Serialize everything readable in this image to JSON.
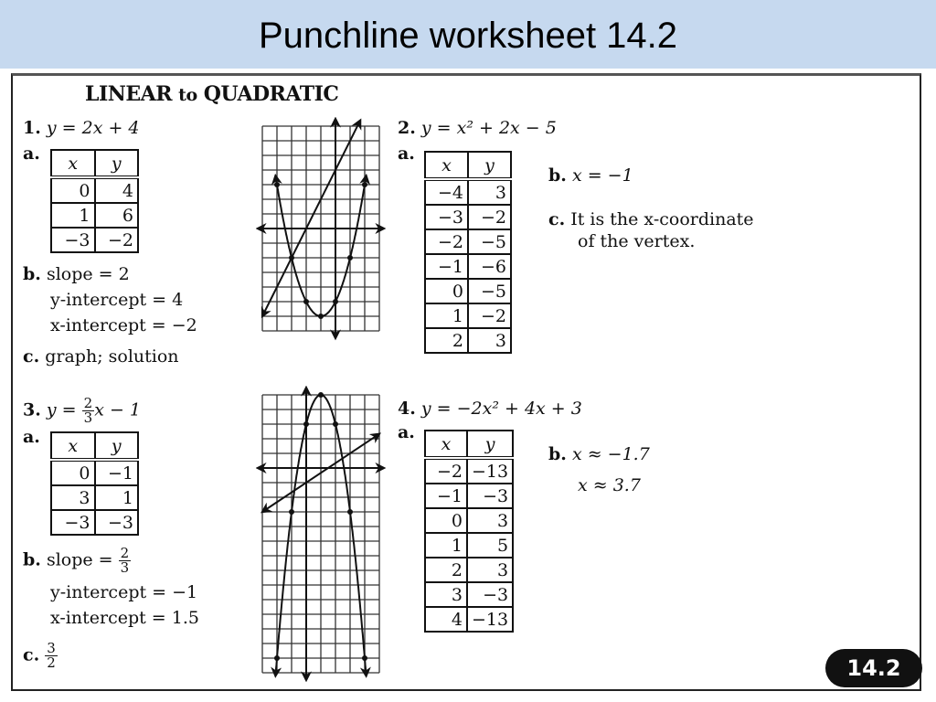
{
  "slide_title": "Punchline worksheet 14.2",
  "heading": {
    "big1": "LINEAR",
    "small": "to",
    "big2": "QUADRATIC"
  },
  "badge": "14.2",
  "p1": {
    "num": "1.",
    "eq": "y = 2x + 4",
    "a": "a.",
    "cols": [
      "x",
      "y"
    ],
    "rows": [
      [
        "0",
        "4"
      ],
      [
        "1",
        "6"
      ],
      [
        "−3",
        "−2"
      ]
    ],
    "b": "b.",
    "slope": "slope = 2",
    "yint": "y-intercept  = 4",
    "xint": "x-intercept  = −2",
    "c": "c.",
    "c_text": "graph; solution"
  },
  "p2": {
    "num": "2.",
    "eq": "y = x² + 2x − 5",
    "a": "a.",
    "cols": [
      "x",
      "y"
    ],
    "rows": [
      [
        "−4",
        "3"
      ],
      [
        "−3",
        "−2"
      ],
      [
        "−2",
        "−5"
      ],
      [
        "−1",
        "−6"
      ],
      [
        "0",
        "−5"
      ],
      [
        "1",
        "−2"
      ],
      [
        "2",
        "3"
      ]
    ],
    "b": "b.",
    "b_text": "x = −1",
    "c": "c.",
    "c_line1": "It is the x-coordinate",
    "c_line2": "of the vertex."
  },
  "p3": {
    "num": "3.",
    "eq_pre": "y =",
    "eq_num": "2",
    "eq_den": "3",
    "eq_post": "x − 1",
    "a": "a.",
    "cols": [
      "x",
      "y"
    ],
    "rows": [
      [
        "0",
        "−1"
      ],
      [
        "3",
        "1"
      ],
      [
        "−3",
        "−3"
      ]
    ],
    "b": "b.",
    "slope_pre": "slope =",
    "slope_num": "2",
    "slope_den": "3",
    "yint": "y-intercept  = −1",
    "xint": "x-intercept  = 1.5",
    "c": "c.",
    "c_num": "3",
    "c_den": "2"
  },
  "p4": {
    "num": "4.",
    "eq": "y = −2x² + 4x + 3",
    "a": "a.",
    "cols": [
      "x",
      "y"
    ],
    "rows": [
      [
        "−2",
        "−13"
      ],
      [
        "−1",
        "−3"
      ],
      [
        "0",
        "3"
      ],
      [
        "1",
        "5"
      ],
      [
        "2",
        "3"
      ],
      [
        "3",
        "−3"
      ],
      [
        "4",
        "−13"
      ]
    ],
    "b": "b.",
    "b1": "x ≈ −1.7",
    "b2": "x ≈ 3.7"
  },
  "graphs": [
    {
      "xrange": [
        -5,
        3
      ],
      "yrange": [
        -7,
        7
      ],
      "line": [
        2,
        4
      ],
      "quad": [
        1,
        2,
        -5
      ],
      "points": [
        [
          -4,
          3
        ],
        [
          -3,
          -2
        ],
        [
          -2,
          -5
        ],
        [
          -1,
          -6
        ],
        [
          0,
          -5
        ],
        [
          1,
          -2
        ],
        [
          2,
          3
        ]
      ]
    },
    {
      "xrange": [
        -3,
        5
      ],
      "yrange": [
        -14,
        5
      ],
      "line": [
        0.6667,
        -1
      ],
      "quad": [
        -2,
        4,
        3
      ],
      "points": [
        [
          -2,
          -13
        ],
        [
          -1,
          -3
        ],
        [
          0,
          3
        ],
        [
          1,
          5
        ],
        [
          2,
          3
        ],
        [
          3,
          -3
        ],
        [
          4,
          -13
        ]
      ]
    }
  ]
}
